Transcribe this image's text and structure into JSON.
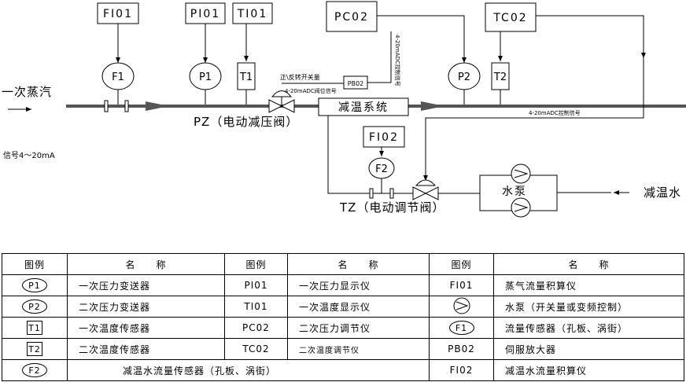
{
  "diagram": {
    "top_boxes": {
      "fi01": "FI01",
      "pi01": "PI01",
      "ti01": "TI01",
      "pc02": "PC02",
      "tc02": "TC02",
      "fi02": "FI02"
    },
    "instruments": {
      "f1": "F1",
      "p1": "P1",
      "t1": "T1",
      "p2": "P2",
      "t2": "T2",
      "f2": "F2",
      "pb02": "PB02"
    },
    "labels": {
      "primary_steam": "一次蒸汽",
      "signal": "信号4～20mA",
      "pz_valve": "PZ（电动减压阀）",
      "tz_valve": "TZ（电动调节阀）",
      "desuper_system": "减温系统",
      "water_pump": "水泵",
      "desuper_water": "减温水",
      "switch_signal": "正\\反转开关量",
      "valve_position": "4-20mADC阀位信号",
      "pc_signal": "4-20mADC控制信号",
      "control_signal": "4-20mADC控制信号"
    }
  },
  "legend": {
    "headers": {
      "symbol": "图例",
      "name": "名　　称"
    },
    "rows": [
      [
        {
          "sym": "P1",
          "shape": "ellipse",
          "name": "一次压力变送器"
        },
        {
          "sym": "PI01",
          "name": "一次压力显示仪"
        },
        {
          "sym": "FI01",
          "name": "蒸气流量积算仪"
        }
      ],
      [
        {
          "sym": "P2",
          "shape": "ellipse",
          "name": "二次压力变送器"
        },
        {
          "sym": "TI01",
          "name": "一次温度显示仪"
        },
        {
          "sym": "",
          "shape": "pump",
          "name": "水泵（开关量或变频控制）"
        }
      ],
      [
        {
          "sym": "T1",
          "shape": "rect",
          "name": "一次温度传感器"
        },
        {
          "sym": "PC02",
          "name": "二次压力调节仪"
        },
        {
          "sym": "F1",
          "shape": "ellipse",
          "name": "流量传感器（孔板、涡街）"
        }
      ],
      [
        {
          "sym": "T2",
          "shape": "rect",
          "name": "二次温度传感器"
        },
        {
          "sym": "TC02",
          "name": "二次温度调节仪"
        },
        {
          "sym": "PB02",
          "name": "伺服放大器"
        }
      ]
    ],
    "last_row": {
      "sym": "F2",
      "name": "减温水流量传感器（孔板、涡街）",
      "sym2": "FI02",
      "name2": "减温水流量积算仪"
    }
  }
}
